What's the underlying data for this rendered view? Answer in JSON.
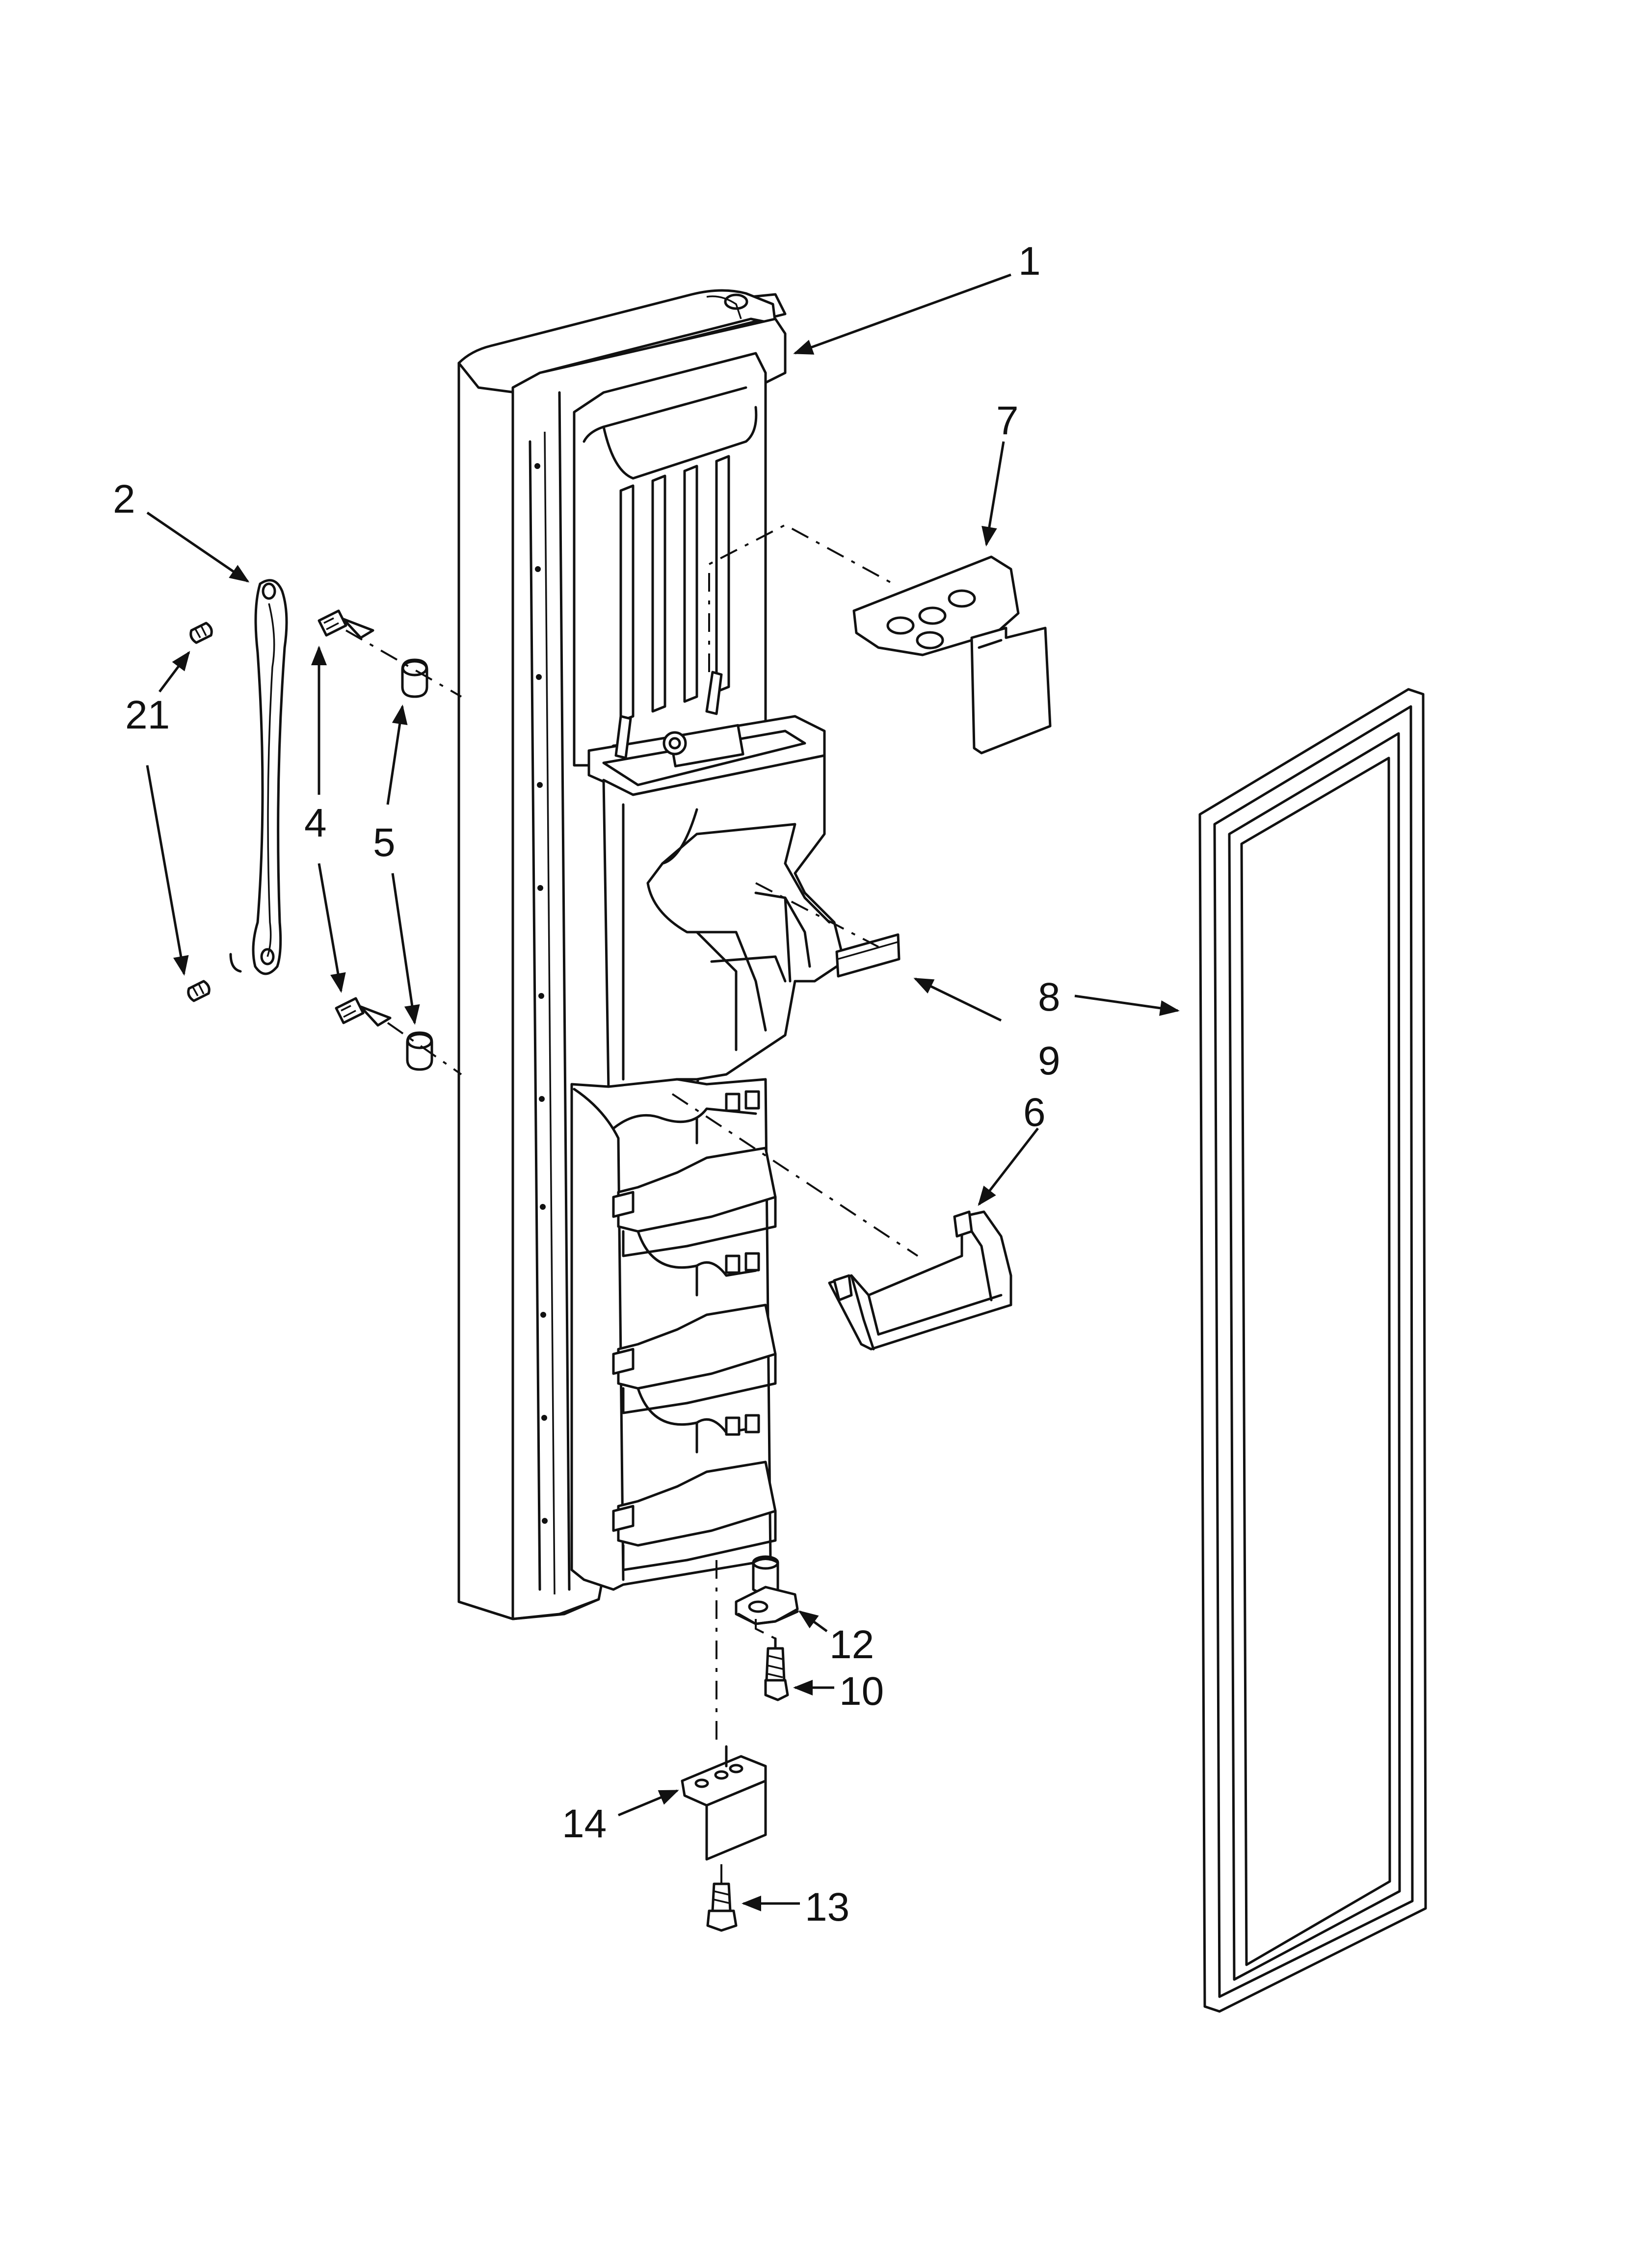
{
  "callouts": {
    "c1": "1",
    "c2": "2",
    "c4": "4",
    "c5": "5",
    "c6": "6",
    "c7": "7",
    "c8": "8",
    "c9": "9",
    "c10": "10",
    "c12": "12",
    "c13": "13",
    "c14": "14",
    "c21": "21"
  }
}
